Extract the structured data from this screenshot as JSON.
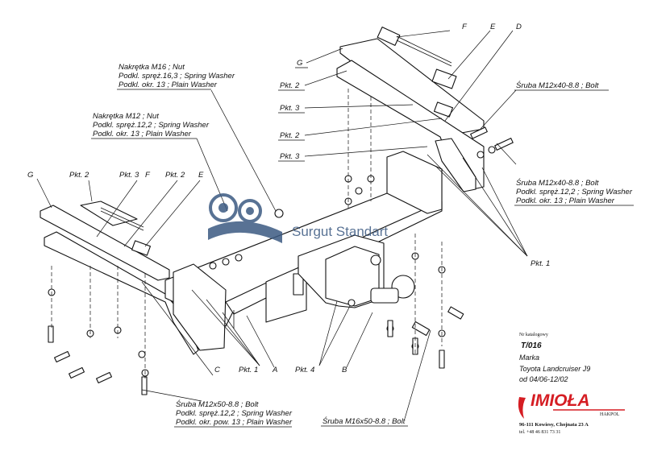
{
  "labels": {
    "G": "G",
    "F": "F",
    "E": "E",
    "D": "D",
    "C": "C",
    "A": "A",
    "B": "B",
    "pkt1": "Pkt. 1",
    "pkt2": "Pkt. 2",
    "pkt3": "Pkt. 3",
    "pkt4": "Pkt. 4"
  },
  "notes": {
    "nut_m16": [
      "Nakrętka M16 ; Nut",
      "Podkl. spręż.16,3 ; Spring Washer",
      "Podkl. okr. 13 ; Plain Washer"
    ],
    "nut_m12": [
      "Nakrętka M12 ; Nut",
      "Podkl. spręż.12,2 ; Spring Washer",
      "Podkl. okr. 13 ; Plain Washer"
    ],
    "bolt_m12x40_top": "Śruba M12x40-8.8 ;  Bolt",
    "bolt_m12x40_right": [
      "Śruba M12x40-8.8 ;  Bolt",
      "Podkl. spręż.12,2 ; Spring Washer",
      "Podkl. okr. 13 ; Plain Washer"
    ],
    "bolt_m12x50": [
      "Śruba M12x50-8.8 ;  Bolt",
      "Podkl. spręż.12,2 ; Spring Washer",
      "Podkl. okr. pow. 13 ; Plain Washer"
    ],
    "bolt_m16x50": "Śruba M16x50-8.8 ;  Bolt"
  },
  "watermark": "Surgut Standart",
  "info": {
    "catalog_label": "Nr katalogowy",
    "catalog_no": "T/016",
    "brand_label": "Marka",
    "model": "Toyota Landcruiser J9",
    "date": "od  04/06-12/02"
  },
  "logo": {
    "name": "IMIOŁA",
    "sub": "HAKPOL",
    "address": "96-111 Kowiesy, Chojnata 23 A",
    "phone": "tel. +48 46 831 73 31",
    "color": "#d51d23"
  }
}
